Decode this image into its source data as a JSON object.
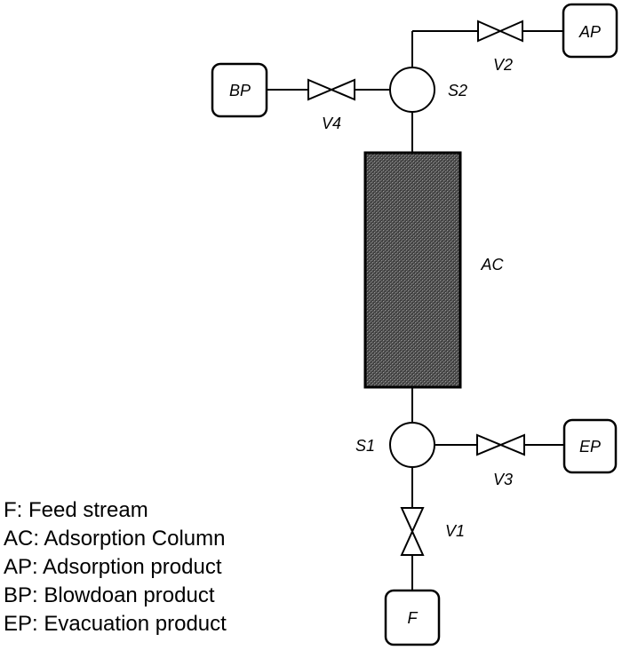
{
  "diagram": {
    "nodes": {
      "feed": "F",
      "ads_product": "AP",
      "blow_product": "BP",
      "evac_product": "EP",
      "column": "AC",
      "splitter_top": "S2",
      "splitter_bottom": "S1",
      "valve1": "V1",
      "valve2": "V2",
      "valve3": "V3",
      "valve4": "V4"
    },
    "legend": [
      "F: Feed stream",
      "AC: Adsorption Column",
      "AP: Adsorption product",
      "BP: Blowdoan product",
      "EP: Evacuation product"
    ]
  }
}
